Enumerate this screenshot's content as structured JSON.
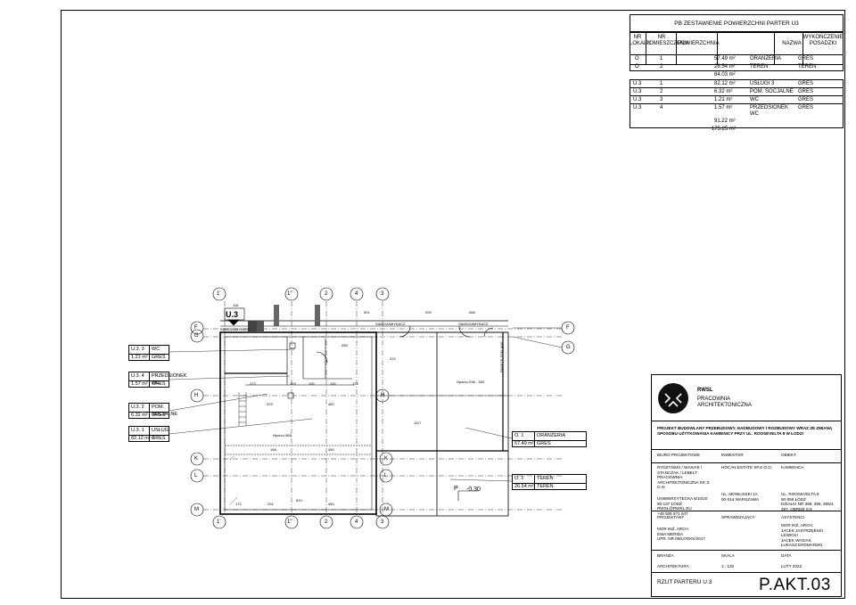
{
  "area_table": {
    "title": "PB ZESTAWIENIE POWIERZCHNI PARTER U3",
    "headers": {
      "nr_lokalu": [
        "NR",
        "LOKALU"
      ],
      "nr_pomieszczenia": [
        "NR",
        "POMIESZCZENIA"
      ],
      "powierzchnia": "POWIERZCHNIA",
      "nazwa": "NAZWA",
      "wykonczenie": [
        "WYKOŃCZENIE",
        "POSADZKI"
      ]
    },
    "rows": [
      {
        "lokal": "O",
        "nr": "1",
        "pow": "57.49 m²",
        "nazwa": "ORANŻERIA",
        "wyk": "GRES"
      },
      {
        "lokal": "O",
        "nr": "2",
        "pow": "26.54 m²",
        "nazwa": "TEREN",
        "wyk": "TEREN"
      },
      {
        "lokal": "",
        "nr": "",
        "pow": "84.03 m²",
        "nazwa": "",
        "wyk": ""
      },
      {
        "lokal": "U.3",
        "nr": "1",
        "pow": "82.12 m²",
        "nazwa": "USŁUGI 3",
        "wyk": "GRES"
      },
      {
        "lokal": "U.3",
        "nr": "2",
        "pow": "6.32 m²",
        "nazwa": "POM. SOCJALNE",
        "wyk": "GRES"
      },
      {
        "lokal": "U.3",
        "nr": "3",
        "pow": "1.21 m²",
        "nazwa": "WC",
        "wyk": "GRES"
      },
      {
        "lokal": "U.3",
        "nr": "4",
        "pow": "1.57 m²",
        "nazwa": "PRZEDSIONEK",
        "nazwa2": "WC",
        "wyk": "GRES"
      }
    ],
    "subtotal_u3": "91.22 m²",
    "total": "175.25 m²"
  },
  "plan": {
    "unit_label": "U.3",
    "grid_top": [
      "1'",
      "1''",
      "2",
      "4",
      "3"
    ],
    "grid_bottom": [
      "1'",
      "1''",
      "2",
      "4",
      "3"
    ],
    "grid_left": [
      "F",
      "G",
      "H",
      "K",
      "L",
      "M"
    ],
    "grid_right": [
      "F",
      "G",
      "H",
      "K",
      "L",
      "M"
    ],
    "labels": {
      "samozamykacz1": "SAMOZAMYKACZ",
      "samozamykacz2": "SAMOZAMYKACZ",
      "samozamykacz3": "SAMOZAMYKACZ",
      "panel": "PANELE SZKLANE",
      "level": "-0.30",
      "level_p": "P",
      "hporiu1": "Hporiu=296 - 353",
      "hporiu2": "Hporiu=365"
    },
    "dims": {
      "d116": "116",
      "d501": "501",
      "d209": "209",
      "d266": "266",
      "d285": "285",
      "d373": "373",
      "d129": "129",
      "d100a": "100",
      "d100b": "100",
      "d175": "175",
      "d223": "223",
      "d460": "460",
      "d198": "198",
      "d450": "450",
      "d172": "172",
      "d201": "201",
      "d819": "819",
      "d450b": "450",
      "d1117": "1117",
      "d222": "222"
    },
    "tags_left": [
      {
        "code": "U.3. 3",
        "area": "1.21 m²",
        "name": "WC",
        "fin": "GRES"
      },
      {
        "code": "U.3. 4",
        "area": "1.57 m²",
        "name": "PRZEDSIONEK WC",
        "fin": "GRES"
      },
      {
        "code": "U.3. 2",
        "area": "6.32 m²",
        "name": "POM. SOCJALNE",
        "fin": "GRES"
      },
      {
        "code": "U.3. 1",
        "area": "82.12 m²",
        "name": "USŁUGI 3",
        "fin": "GRES"
      }
    ],
    "tags_right": [
      {
        "code": "O. 1",
        "area": "57.49 m²",
        "name": "ORANŻERIA",
        "fin": "GRES"
      },
      {
        "code": "O. 2",
        "area": "26.54 m²",
        "name": "TEREN",
        "fin": "TEREN"
      }
    ]
  },
  "title_block": {
    "logo_text": "RWSL",
    "office": [
      "PRACOWNIA",
      "ARCHITEKTONICZNA"
    ],
    "project": [
      "PROJEKT BUDOWLANY PRZEBUDOWY, NADBUDOWY I ROZBUDOWY WRAZ ZE ZMIANĄ",
      "SPOSOBU UŻYTKOWANIA KAMIENICY PRZY UL. ROOSEVELTA 8 W ŁODZI"
    ],
    "biuro_label": "BIURO PROJEKTOWE",
    "inwestor_label": "INWESTOR",
    "obiekt_label": "OBIEKT",
    "biuro": [
      "RYDZYŃSKI / WASIAK /",
      "STAŃCZAK / LEBELT",
      "PRACOWNIA",
      "ARCHITEKTONICZNA SP. Z",
      "O.O."
    ],
    "inwestor": "HOCAN ESTATE SP.Z O.O.",
    "obiekt": "KAMIENICA",
    "biuro_addr": [
      "UNIWERSYTECKA 8/10/20",
      "90-137 ŁÓDŹ",
      "RWSL@RWSL.EU",
      "+48 505 571 647"
    ],
    "inwestor_addr": [
      "UL. MONIUSZKI 1A",
      "00-014 WARSZAWA"
    ],
    "obiekt_addr": [
      "UL. ROOSEVELTA 8",
      "90-056 ŁÓDŹ",
      "DZIAŁKI NR 398, 399, 395/4,",
      "397, OBRĘB S-6"
    ],
    "projektant_label": "PROJEKTANT",
    "sprawdzajacy_label": "SPRAWDZAJĄCY",
    "asystenci_label": "ASYSTENCI",
    "projektant": [
      "MGR INŻ. ARCH.",
      "EWA MERIDA",
      "UPR. NR 09/ŁOOKK/2017"
    ],
    "asystenci": [
      "MGR INŻ. ARCH.",
      "JACEK JASTRZĘBSKI",
      "LEWICKI",
      "JACEK WASIAK",
      "ŁUKASZ ERDMAŃSKI"
    ],
    "branza_label": "BRANŻA",
    "skala_label": "SKALA",
    "data_label": "DATA",
    "branza": "ARCHITEKTURA",
    "skala": "1 : 125",
    "data": "LUTY 2022",
    "sheet_name": "RZUT PARTERU U 3",
    "sheet_no": "P.AKT.03"
  }
}
